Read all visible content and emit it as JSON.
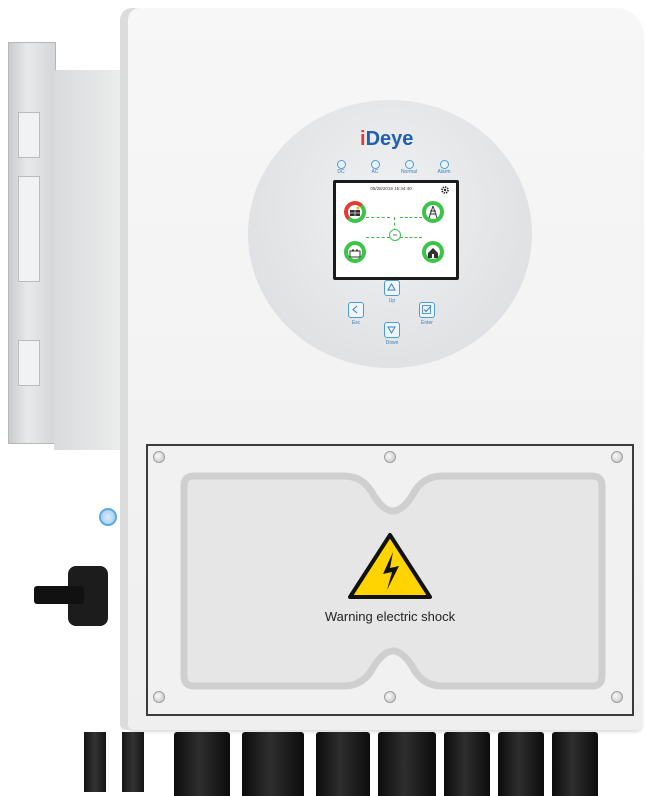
{
  "product": {
    "brand_mark": "i",
    "brand_name": "Deye",
    "indicators": [
      "DC",
      "AC",
      "Normal",
      "Alarm"
    ],
    "display": {
      "datetime": "05/28/2019   15:34:40",
      "hub_label": "ON"
    },
    "keys": {
      "up": "Up",
      "down": "Down",
      "esc": "Esc",
      "enter": "Enter"
    },
    "warning_text": "Warning electric shock"
  },
  "colors": {
    "brand_blue": "#1f5fae",
    "brand_red": "#e53935",
    "accent_blue": "#4d9ad6",
    "gauge_green": "#3cc44a",
    "warning_yellow": "#ffd400"
  },
  "icons": [
    "settings-gear-icon",
    "solar-panel-icon",
    "grid-tower-icon",
    "battery-icon",
    "home-icon",
    "up-arrow-icon",
    "down-arrow-icon",
    "left-arrow-icon",
    "check-icon",
    "high-voltage-warning-icon"
  ]
}
